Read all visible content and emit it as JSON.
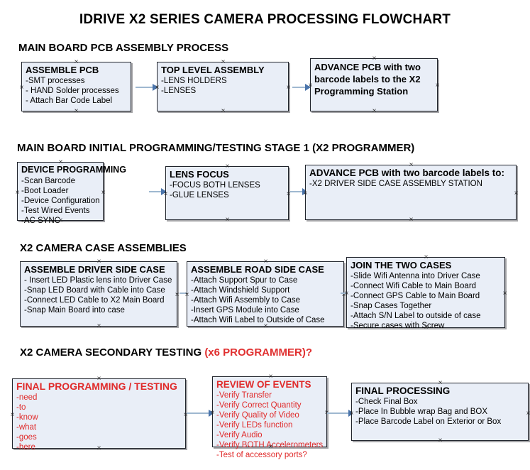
{
  "document": {
    "title": "IDRIVE X2  SERIES CAMERA PROCESSING FLOWCHART"
  },
  "sections": [
    {
      "id": "main-board-pcb-assembly-process",
      "header": "MAIN BOARD PCB ASSEMBLY PROCESS",
      "header_accent": "",
      "boxes": [
        {
          "id": "assemble-pcb",
          "title": "ASSEMBLE PCB",
          "lines": [
            "-SMT processes",
            "- HAND Solder processes",
            "- Attach Bar Code Label"
          ],
          "color": "black"
        },
        {
          "id": "top-level-assembly",
          "title": "TOP LEVEL ASSEMBLY",
          "lines": [
            "-LENS HOLDERS",
            "-LENSES"
          ],
          "color": "black"
        },
        {
          "id": "advance-pcb-to-x2-programming-station",
          "title": "ADVANCE PCB with two barcode labels to the  X2 Programming Station",
          "lines": [],
          "color": "black"
        }
      ]
    },
    {
      "id": "main-board-initial-programming-testing-stage-1",
      "header": "MAIN BOARD INITIAL PROGRAMMING/TESTING STAGE 1 (X2 PROGRAMMER)",
      "header_accent": "",
      "boxes": [
        {
          "id": "device-programming",
          "title": "DEVICE PROGRAMMING",
          "lines": [
            "-Scan Barcode",
            "-Boot Loader",
            "-Device Configuration",
            "-Test Wired Events",
            "-AC SYNC"
          ],
          "color": "black"
        },
        {
          "id": "lens-focus",
          "title": "LENS FOCUS",
          "lines": [
            "-FOCUS BOTH LENSES",
            "-GLUE LENSES"
          ],
          "color": "black"
        },
        {
          "id": "advance-pcb-to-driver-side-case-assembly-station",
          "title": "ADVANCE PCB with two barcode labels to:",
          "lines": [
            "-X2 DRIVER  SIDE  CASE  ASSEMBLY STATION"
          ],
          "color": "black"
        }
      ]
    },
    {
      "id": "x2-camera-case-assemblies",
      "header": "X2 CAMERA CASE ASSEMBLIES",
      "header_accent": "",
      "boxes": [
        {
          "id": "assemble-driver-side-case",
          "title": "ASSEMBLE DRIVER SIDE CASE",
          "lines": [
            "- Insert LED Plastic lens into Driver Case",
            "-Snap LED Board with Cable into Case",
            "-Connect LED Cable to X2 Main Board",
            "-Snap Main Board into case"
          ],
          "color": "black"
        },
        {
          "id": "assemble-road-side-case",
          "title": "ASSEMBLE ROAD SIDE CASE",
          "lines": [
            "-Attach Support Spur to Case",
            "-Attach Windshield Support",
            "-Attach Wifi Assembly to Case",
            "-Insert GPS Module into Case",
            "-Attach Wifi Label to Outside of Case"
          ],
          "color": "black"
        },
        {
          "id": "join-the-two-cases",
          "title": "JOIN THE TWO CASES",
          "lines": [
            "-Slide Wifi Antenna into Driver Case",
            "-Connect Wifi Cable to Main Board",
            "-Connect GPS Cable to Main Board",
            "-Snap Cases Together",
            "-Attach S/N Label to outside of case",
            "-Secure cases with Screw"
          ],
          "color": "black"
        }
      ]
    },
    {
      "id": "x2-camera-secondary-testing",
      "header": "X2 CAMERA SECONDARY TESTING ",
      "header_accent": "(x6 PROGRAMMER)?",
      "boxes": [
        {
          "id": "final-programming-testing",
          "title": "FINAL PROGRAMMING / TESTING",
          "lines": [
            "-need",
            "-to",
            "-know",
            "-what",
            "-goes",
            "-here"
          ],
          "color": "red"
        },
        {
          "id": "review-of-events",
          "title": "REVIEW OF EVENTS",
          "lines": [
            "-Verify Transfer",
            "-Verify Correct Quantity",
            "-Verify Quality of Video",
            "-Verify LEDs function",
            "-Verify Audio",
            "-Verify BOTH Accelerometers",
            "-Test of accessory ports?"
          ],
          "color": "red"
        },
        {
          "id": "final-processing",
          "title": "FINAL PROCESSING",
          "lines": [
            " -Check Final Box",
            "-Place In Bubble wrap Bag and BOX",
            "-Place Barcode Label on Exterior or Box"
          ],
          "color": "black"
        }
      ]
    }
  ],
  "connectors": [
    {
      "id": "conn-assemble-pcb-to-top-level-assembly"
    },
    {
      "id": "conn-top-level-assembly-to-advance-pcb"
    },
    {
      "id": "conn-device-programming-to-lens-focus"
    },
    {
      "id": "conn-lens-focus-to-advance-pcb"
    },
    {
      "id": "conn-driver-case-to-road-case"
    },
    {
      "id": "conn-road-case-to-join-cases"
    },
    {
      "id": "conn-final-programming-to-review-of-events"
    },
    {
      "id": "conn-review-of-events-to-final-processing"
    }
  ],
  "colors": {
    "box_fill": "#e9eef7",
    "box_border": "#20242c",
    "connector_line": "#9fb8d0",
    "connector_head": "#4a74ab",
    "accent_red": "#e02a2a",
    "text": "#000000"
  }
}
